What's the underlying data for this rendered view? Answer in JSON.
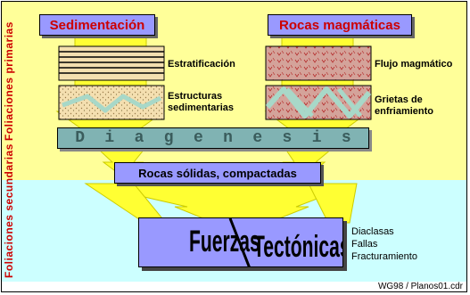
{
  "sections": {
    "primary_label": "Foliaciones primarias",
    "secondary_label": "Foliaciones secundarias"
  },
  "titles": {
    "sedimentation": "Sedimentación",
    "magmatic": "Rocas magmáticas"
  },
  "labels": {
    "stratification": "Estratificación",
    "sedimentary_structures": "Estructuras sedimentarias",
    "magmatic_flow": "Flujo magmático",
    "cooling_cracks": "Grietas de enfriamiento"
  },
  "diagenesis_letters": [
    "D",
    "i",
    "a",
    "g",
    "e",
    "n",
    "e",
    "s",
    "i",
    "s"
  ],
  "solid_rocks": "Rocas sólidas, compactadas",
  "forces": {
    "word1": "Fuerzas",
    "word2": "Tectónicas"
  },
  "results": [
    "Diaclasas",
    "Fallas",
    "Fracturamiento"
  ],
  "footer": "WG98 / Planos01.cdr",
  "colors": {
    "band_top": "#ffff99",
    "band_bottom": "#ccffff",
    "arrow": "#ffff33",
    "title_fill": "#9999ff",
    "title_text": "#cc0000",
    "magmatic_fill": "#d4a39a",
    "diagenesis_fill": "#80b3b3"
  }
}
